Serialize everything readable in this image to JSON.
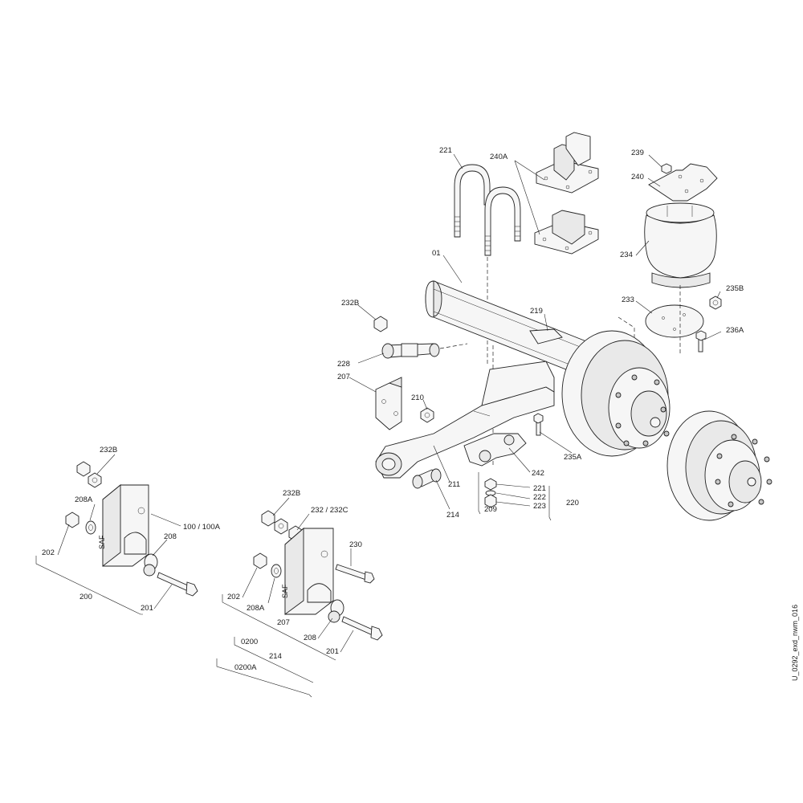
{
  "labels": {
    "l221_top": "221",
    "l240A": "240A",
    "l239": "239",
    "l240": "240",
    "l234": "234",
    "l01": "01",
    "l232B_mid": "232B",
    "l219": "219",
    "l233": "233",
    "l235B": "235B",
    "l236A": "236A",
    "l228": "228",
    "l207_mid": "207",
    "l210": "210",
    "l235A": "235A",
    "l242": "242",
    "l211": "211",
    "l221_bot": "221",
    "l222": "222",
    "l223": "223",
    "l220": "220",
    "l209": "209",
    "l214_mid": "214",
    "l232B_left": "232B",
    "l208A_left": "208A",
    "l100": "100 / 100A",
    "l202_left": "202",
    "l208_left": "208",
    "l200": "200",
    "l201_left": "201",
    "l232B_right": "232B",
    "l232": "232 / 232C",
    "l230": "230",
    "l202_right": "202",
    "l208A_right": "208A",
    "l207_right": "207",
    "l208_right": "208",
    "l201_right": "201",
    "l0200": "0200",
    "l214_right": "214",
    "l0200A": "0200A"
  },
  "drawing_ref": "U_0292_exd_nwm_016",
  "bracket_stamp": "SAF"
}
